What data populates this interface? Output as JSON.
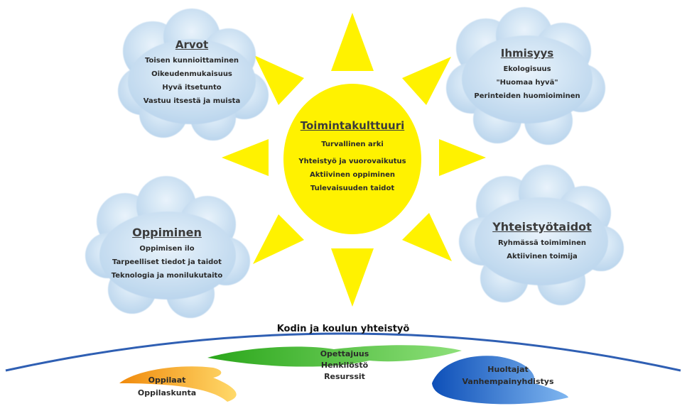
{
  "center": {
    "title": "Toimintakulttuuri",
    "items": [
      "Turvallinen arki",
      "Yhteistyö ja vuorovaikutus",
      "Aktiivinen oppiminen",
      "Tulevaisuuden taidot"
    ],
    "color": "#FFF200"
  },
  "clouds": [
    {
      "title": "Arvot",
      "items": [
        "Toisen kunnioittaminen",
        "Oikeudenmukaisuus",
        "Hyvä itsetunto",
        "Vastuu itsestä ja muista"
      ]
    },
    {
      "title": "Ihmisyys",
      "items": [
        "Ekologisuus",
        "\"Huomaa hyvä\"",
        "Perinteiden huomioiminen"
      ]
    },
    {
      "title": "Oppiminen",
      "items": [
        "Oppimisen ilo",
        "Tarpeelliset tiedot ja taidot",
        "Teknologia ja monilukutaito"
      ]
    },
    {
      "title": "Yhteistyötaidot",
      "items": [
        "Ryhmässä toimiminen",
        "Aktiivinen toimija"
      ]
    }
  ],
  "bottom": {
    "title": "Kodin ja koulun yhteistyö",
    "groups": [
      {
        "lines": [
          "Oppilaat",
          "Oppilaskunta"
        ],
        "color": "#F39C12"
      },
      {
        "lines": [
          "Opettajuus",
          "Henkilöstö",
          "Resurssit"
        ],
        "color": "#3DBE29"
      },
      {
        "lines": [
          "Huoltajat",
          "Vanhempainyhdistys"
        ],
        "color": "#1F6FD1"
      }
    ]
  }
}
